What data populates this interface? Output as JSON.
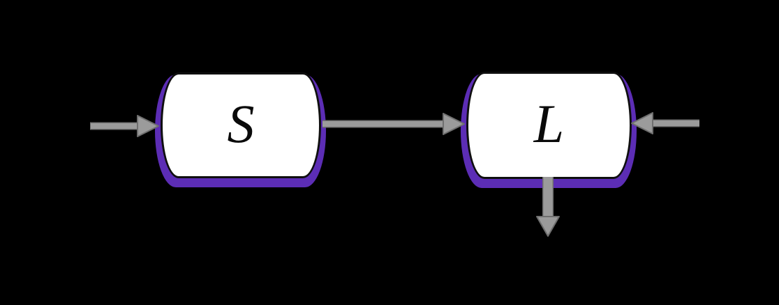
{
  "figure": {
    "type": "flow-diagram",
    "description": "Two-compartment diagram: external inflow into node S, flow from S to L, external inflow into L from the right, and outflow downward from L"
  },
  "colors": {
    "background": "#000000",
    "node_fill": "#ffffff",
    "node_border": "#0f0f0f",
    "node_shadow": "#5C2DB5",
    "arrow_fill": "#9B9B9B",
    "arrow_outline": "#6F6F6F"
  },
  "nodes": [
    {
      "id": "S",
      "label": "S"
    },
    {
      "id": "L",
      "label": "L"
    }
  ],
  "edges": [
    {
      "name": "inflow-left",
      "from": "external-left",
      "to": "S",
      "direction": "right"
    },
    {
      "name": "s-to-l",
      "from": "S",
      "to": "L",
      "direction": "right"
    },
    {
      "name": "inflow-right",
      "from": "external-right",
      "to": "L",
      "direction": "left"
    },
    {
      "name": "outflow-down",
      "from": "L",
      "to": "external-bottom",
      "direction": "down"
    }
  ]
}
